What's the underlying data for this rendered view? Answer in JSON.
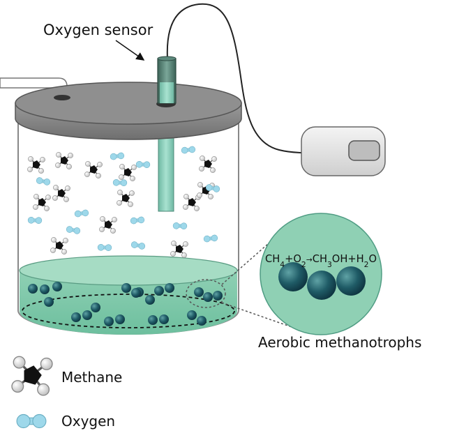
{
  "labels": {
    "sensor": "Oxygen sensor",
    "organisms": "Aerobic methanotrophs"
  },
  "equation": {
    "ch4": "CH",
    "ch4_sub": "4",
    "plus1": "+O",
    "o2_sub": "2",
    "arrow": "→",
    "ch3": "CH",
    "ch3_sub": "3",
    "oh": "OH+H",
    "h2_sub": "2",
    "o": "O"
  },
  "legend": [
    {
      "label": "Methane",
      "icon": "methane-molecule-icon"
    },
    {
      "label": "Oxygen",
      "icon": "oxygen-molecule-icon"
    }
  ],
  "colors": {
    "liquid": "#8fd0b4",
    "cell": "#1f5b66",
    "oxygen": "#9ed8ea",
    "lid": "#8c8c8c",
    "sensor": "#4d7a6e",
    "carbon": "#111111",
    "hydrogen": "#d9d9d9"
  }
}
